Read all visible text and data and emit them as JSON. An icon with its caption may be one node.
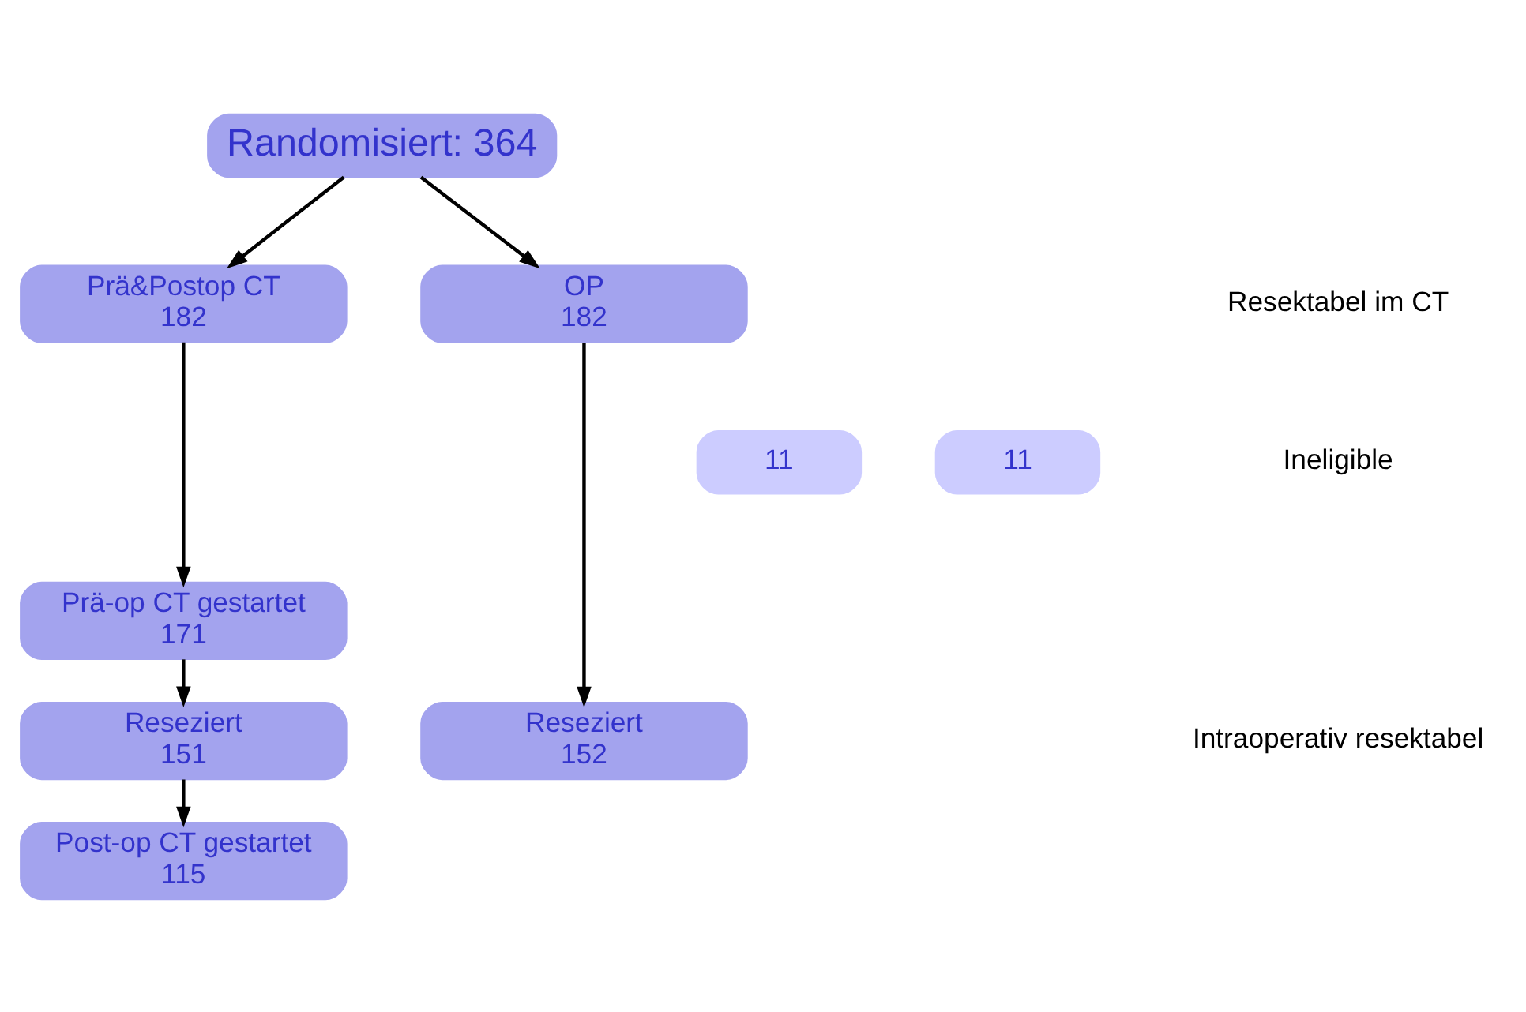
{
  "diagram": {
    "nodes": [
      {
        "text": [
          "Randomisiert: 364"
        ]
      },
      {
        "text": [
          "Prä&Postop CT",
          "182"
        ]
      },
      {
        "text": [
          "OP",
          "182"
        ]
      },
      {
        "text": [
          "11"
        ]
      },
      {
        "text": [
          "11"
        ]
      },
      {
        "text": [
          "Prä-op CT gestartet",
          "171"
        ]
      },
      {
        "text": [
          "Reseziert",
          "151"
        ]
      },
      {
        "text": [
          "Reseziert",
          "152"
        ]
      },
      {
        "text": [
          "Post-op CT gestartet",
          "115"
        ]
      }
    ],
    "edges": [
      {
        "from": 0,
        "to": 1,
        "arrow": "to"
      },
      {
        "from": 0,
        "to": 2,
        "arrow": "to"
      },
      {
        "from": 1,
        "to": 5,
        "arrow": "to"
      },
      {
        "from": 5,
        "to": 6,
        "arrow": "to"
      },
      {
        "from": 6,
        "to": 8,
        "arrow": "to"
      },
      {
        "from": 2,
        "to": 7,
        "arrow": "to"
      }
    ],
    "labels": [
      "Resektabel im CT",
      "Ineligible",
      "Intraoperativ resektabel"
    ]
  }
}
